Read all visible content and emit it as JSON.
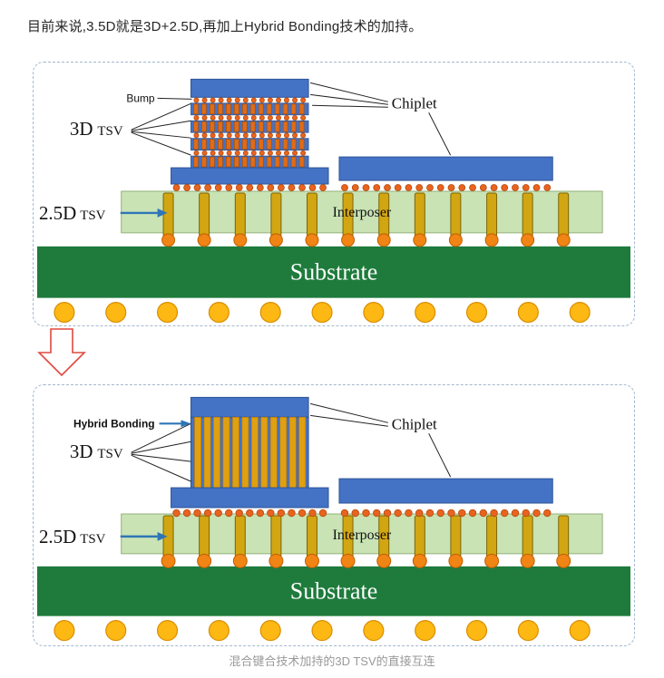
{
  "intro_text": "目前来说,3.5D就是3D+2.5D,再加上Hybrid Bonding技术的加持。",
  "figure_caption": "混合键合技术加持的3D TSV的直接互连",
  "diagram_before": {
    "bump_label": "Bump",
    "tsv_3d_big": "3D",
    "tsv_3d_small": "TSV",
    "chiplet_label": "Chiplet",
    "tsv_25d_big": "2.5D",
    "tsv_25d_small": "TSV",
    "interposer_label": "Interposer",
    "substrate_label": "Substrate"
  },
  "diagram_after": {
    "hybrid_bonding_label": "Hybrid Bonding",
    "tsv_3d_big": "3D",
    "tsv_3d_small": "TSV",
    "chiplet_label": "Chiplet",
    "tsv_25d_big": "2.5D",
    "tsv_25d_small": "TSV",
    "interposer_label": "Interposer",
    "substrate_label": "Substrate"
  },
  "colors": {
    "chip_blue": "#4472c4",
    "chip_blue_border": "#2f5597",
    "tsv_orange": "#e06c18",
    "tsv_gold": "#dfa011",
    "interposer_green": "#c9e3b5",
    "substrate_green": "#1e7b3c",
    "solder_ball_yellow": "#fdb813",
    "micro_bump_orange": "#e8641e",
    "pillar_gold": "#d2a613",
    "transition_arrow_red": "#e0483e",
    "pointer_arrow_blue": "#2e75b6"
  }
}
